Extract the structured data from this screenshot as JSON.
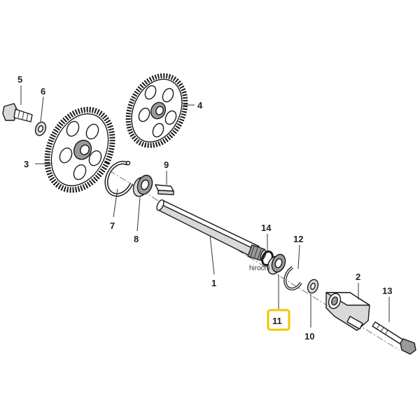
{
  "diagram": {
    "highlight_color": "#f2c500",
    "highlighted_part": "11",
    "watermark": "hirochi",
    "callouts": {
      "p1": "1",
      "p2": "2",
      "p3": "3",
      "p4": "4",
      "p5": "5",
      "p6": "6",
      "p7": "7",
      "p8": "8",
      "p9": "9",
      "p10": "10",
      "p11": "11",
      "p12": "12",
      "p13": "13",
      "p14": "14"
    }
  }
}
